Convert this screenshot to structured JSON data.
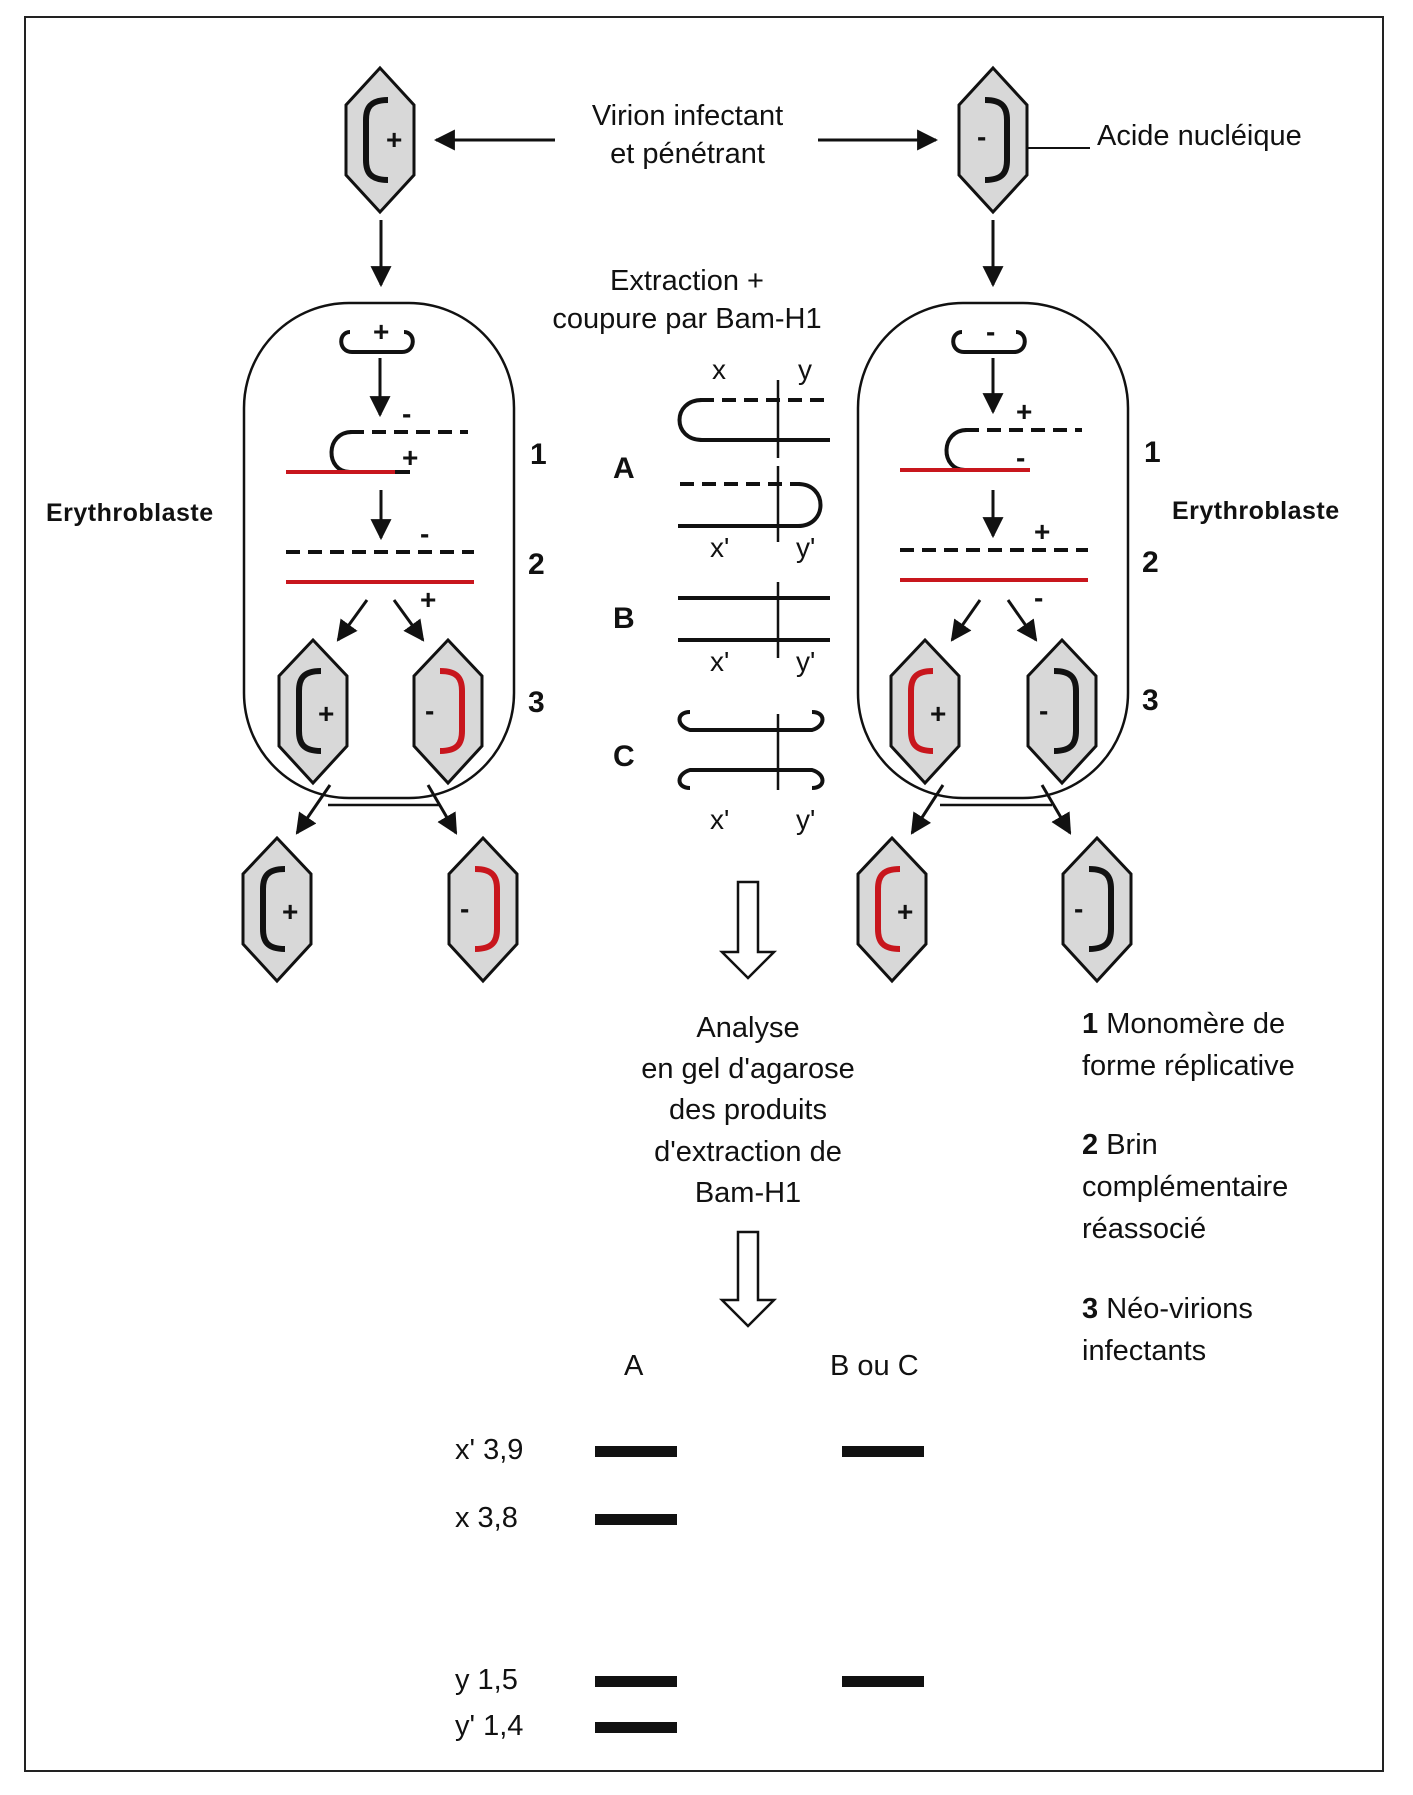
{
  "labels": {
    "virion_l1": "Virion infectant",
    "virion_l2": "et pénétrant",
    "acide": "Acide nucléique",
    "extraction_l1": "Extraction +",
    "extraction_l2": "coupure par Bam-H1",
    "erythro_left": "Erythroblaste",
    "erythro_right": "Erythroblaste",
    "analyse": [
      "Analyse",
      "en gel d'agarose",
      "des produits",
      "d'extraction de",
      "Bam-H1"
    ]
  },
  "steps": [
    "1",
    "2",
    "3"
  ],
  "signs": {
    "plus": "+",
    "minus": "-"
  },
  "forms": {
    "A": "A",
    "B": "B",
    "C": "C",
    "x": "x",
    "y": "y",
    "xp": "x'",
    "yp": "y'"
  },
  "legend": [
    {
      "num": "1",
      "lines": [
        "Monomère de",
        "forme réplicative"
      ]
    },
    {
      "num": "2",
      "lines": [
        "Brin",
        "complémentaire",
        "réassocié"
      ]
    },
    {
      "num": "3",
      "lines": [
        "Néo-virions",
        "infectants"
      ]
    }
  ],
  "gel": {
    "col_a": "A",
    "col_bc": "B ou C",
    "bands": [
      {
        "label": "x' 3,9",
        "a": true,
        "bc": true
      },
      {
        "label": "x 3,8",
        "a": true,
        "bc": false
      },
      {
        "label": "y 1,5",
        "a": true,
        "bc": true
      },
      {
        "label": "y' 1,4",
        "a": true,
        "bc": false
      }
    ]
  },
  "colors": {
    "ink": "#111111",
    "red": "#c8161d",
    "capsid_fill": "#d8d8d8"
  }
}
